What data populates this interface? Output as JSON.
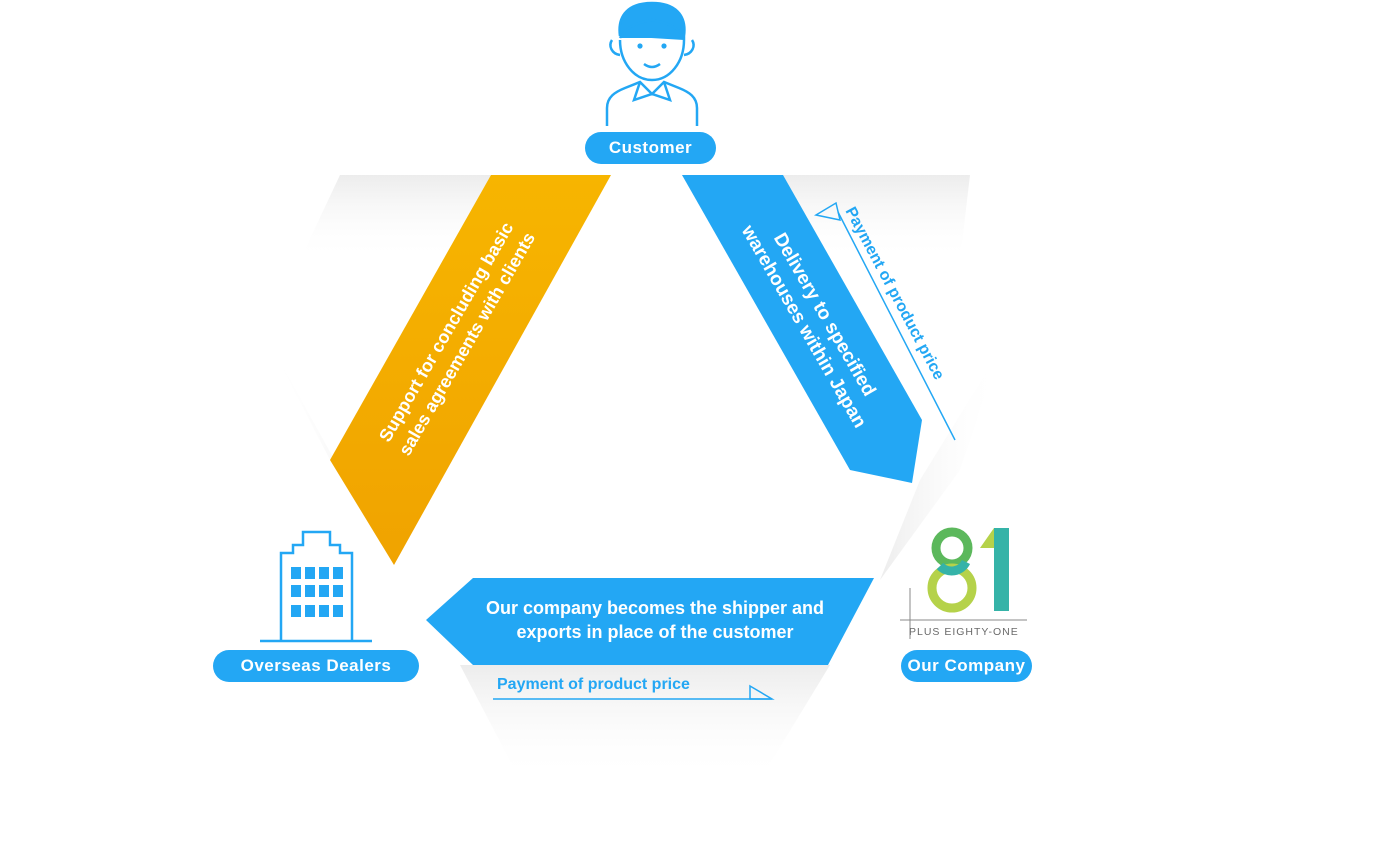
{
  "nodes": {
    "customer": "Customer",
    "overseas_dealers": "Overseas Dealers",
    "our_company": "Our Company"
  },
  "flows": {
    "support": [
      "Support for concluding basic",
      "sales agreements with clients"
    ],
    "delivery": [
      "Delivery to specified",
      "warehouses within Japan"
    ],
    "shipper": [
      "Our company becomes the shipper and",
      "exports in place of the customer"
    ]
  },
  "payments": {
    "right": "Payment of product price",
    "bottom": "Payment of product price"
  },
  "logo": {
    "number": "81",
    "caption": "PLUS EIGHTY-ONE"
  },
  "colors": {
    "blue": "#23a7f4",
    "orange": "#f5ad00",
    "logo_green": "#5cb85c",
    "logo_lime": "#b5d24a",
    "logo_teal": "#35b3a8"
  }
}
